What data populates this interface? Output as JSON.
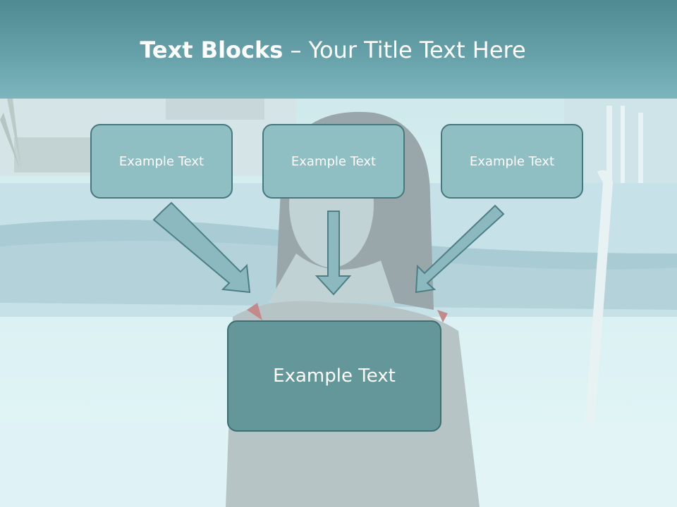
{
  "title": {
    "bold": "Text Blocks",
    "dash": " – ",
    "rest": "Your Title Text Here"
  },
  "blocks": {
    "top_left": "Example Text",
    "top_center": "Example Text",
    "top_right": "Example Text",
    "bottom": "Example Text"
  },
  "colors": {
    "title_band": "#5e99a0",
    "small_box": "#8fbec3",
    "big_box": "#64979a",
    "arrow_fill": "#8cb9bf",
    "arrow_stroke": "#4b7f84"
  }
}
